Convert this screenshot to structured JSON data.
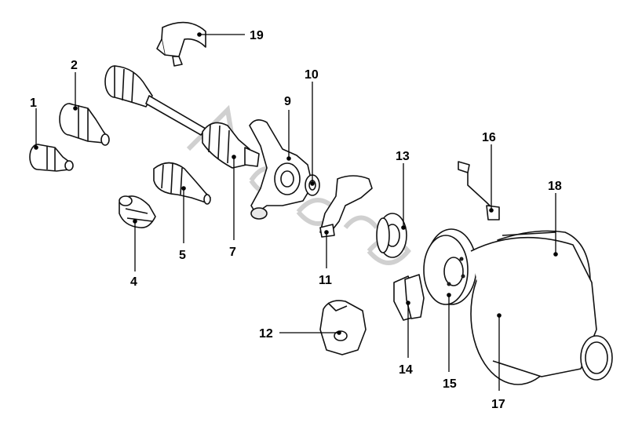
{
  "callouts": [
    {
      "id": "c1",
      "label": "1"
    },
    {
      "id": "c2",
      "label": "2"
    },
    {
      "id": "c4",
      "label": "4"
    },
    {
      "id": "c5",
      "label": "5"
    },
    {
      "id": "c7",
      "label": "7"
    },
    {
      "id": "c9",
      "label": "9"
    },
    {
      "id": "c10",
      "label": "10"
    },
    {
      "id": "c11",
      "label": "11"
    },
    {
      "id": "c12",
      "label": "12"
    },
    {
      "id": "c13",
      "label": "13"
    },
    {
      "id": "c14",
      "label": "14"
    },
    {
      "id": "c15",
      "label": "15"
    },
    {
      "id": "c16",
      "label": "16"
    },
    {
      "id": "c17",
      "label": "17"
    },
    {
      "id": "c18",
      "label": "18"
    },
    {
      "id": "c19",
      "label": "19"
    }
  ]
}
